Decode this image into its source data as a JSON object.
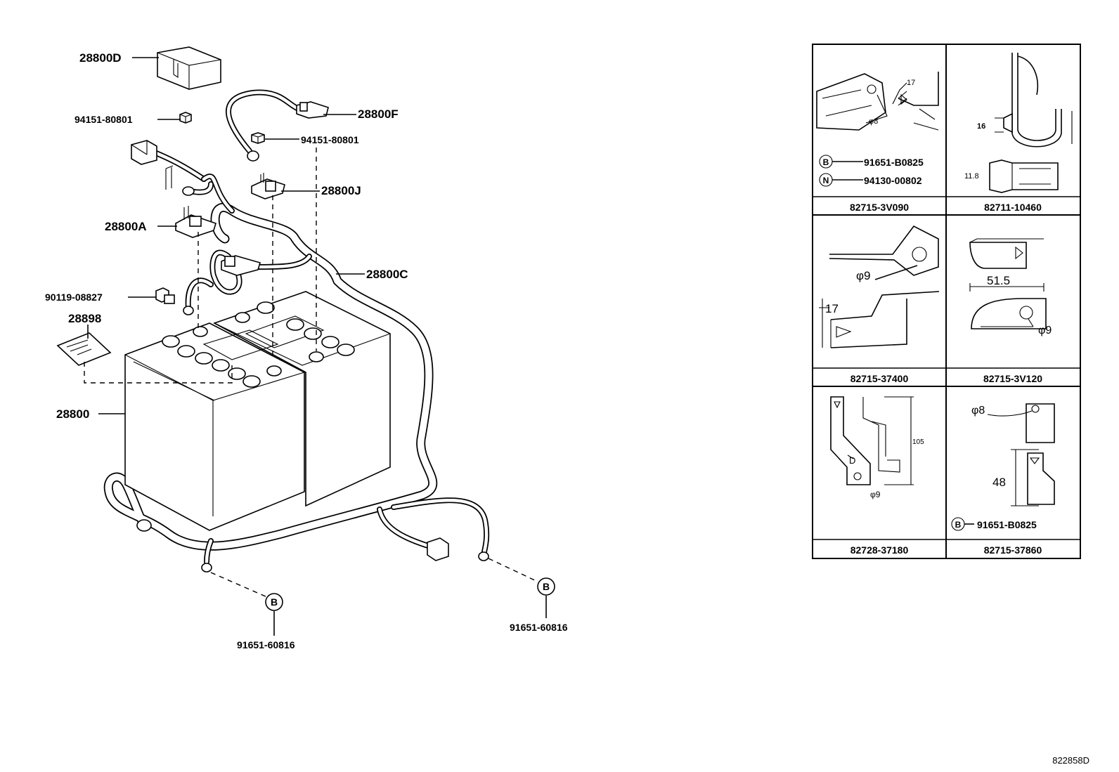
{
  "diagram_id": "822858D",
  "callouts": {
    "cover": "28800D",
    "nut_left": "94151-80801",
    "nut_center": "94151-80801",
    "cable_positive": "28800F",
    "terminal_j": "28800J",
    "terminal_a": "28800A",
    "harness": "28800C",
    "bolt": "90119-08827",
    "label_plate": "28898",
    "battery": "28800",
    "bolt_b_left": "91651-60816",
    "bolt_b_right": "91651-60816"
  },
  "symbols": {
    "b_left": "B",
    "b_right": "B"
  },
  "detail_panels": [
    {
      "part_number": "82715-3V090",
      "dims": [
        "17",
        "φ8"
      ],
      "legend": [
        {
          "symbol": "B",
          "part": "91651-B0825"
        },
        {
          "symbol": "N",
          "part": "94130-00802"
        }
      ]
    },
    {
      "part_number": "82711-10460",
      "dims": [
        "16",
        "11.8"
      ]
    },
    {
      "part_number": "82715-37400",
      "dims": [
        "φ9",
        "17"
      ]
    },
    {
      "part_number": "82715-3V120",
      "dims": [
        "51.5",
        "φ9"
      ]
    },
    {
      "part_number": "82728-37180",
      "dims": [
        "105",
        "φ9"
      ]
    },
    {
      "part_number": "82715-37860",
      "dims": [
        "φ8",
        "48"
      ],
      "legend": [
        {
          "symbol": "B",
          "part": "91651-B0825"
        }
      ]
    }
  ]
}
